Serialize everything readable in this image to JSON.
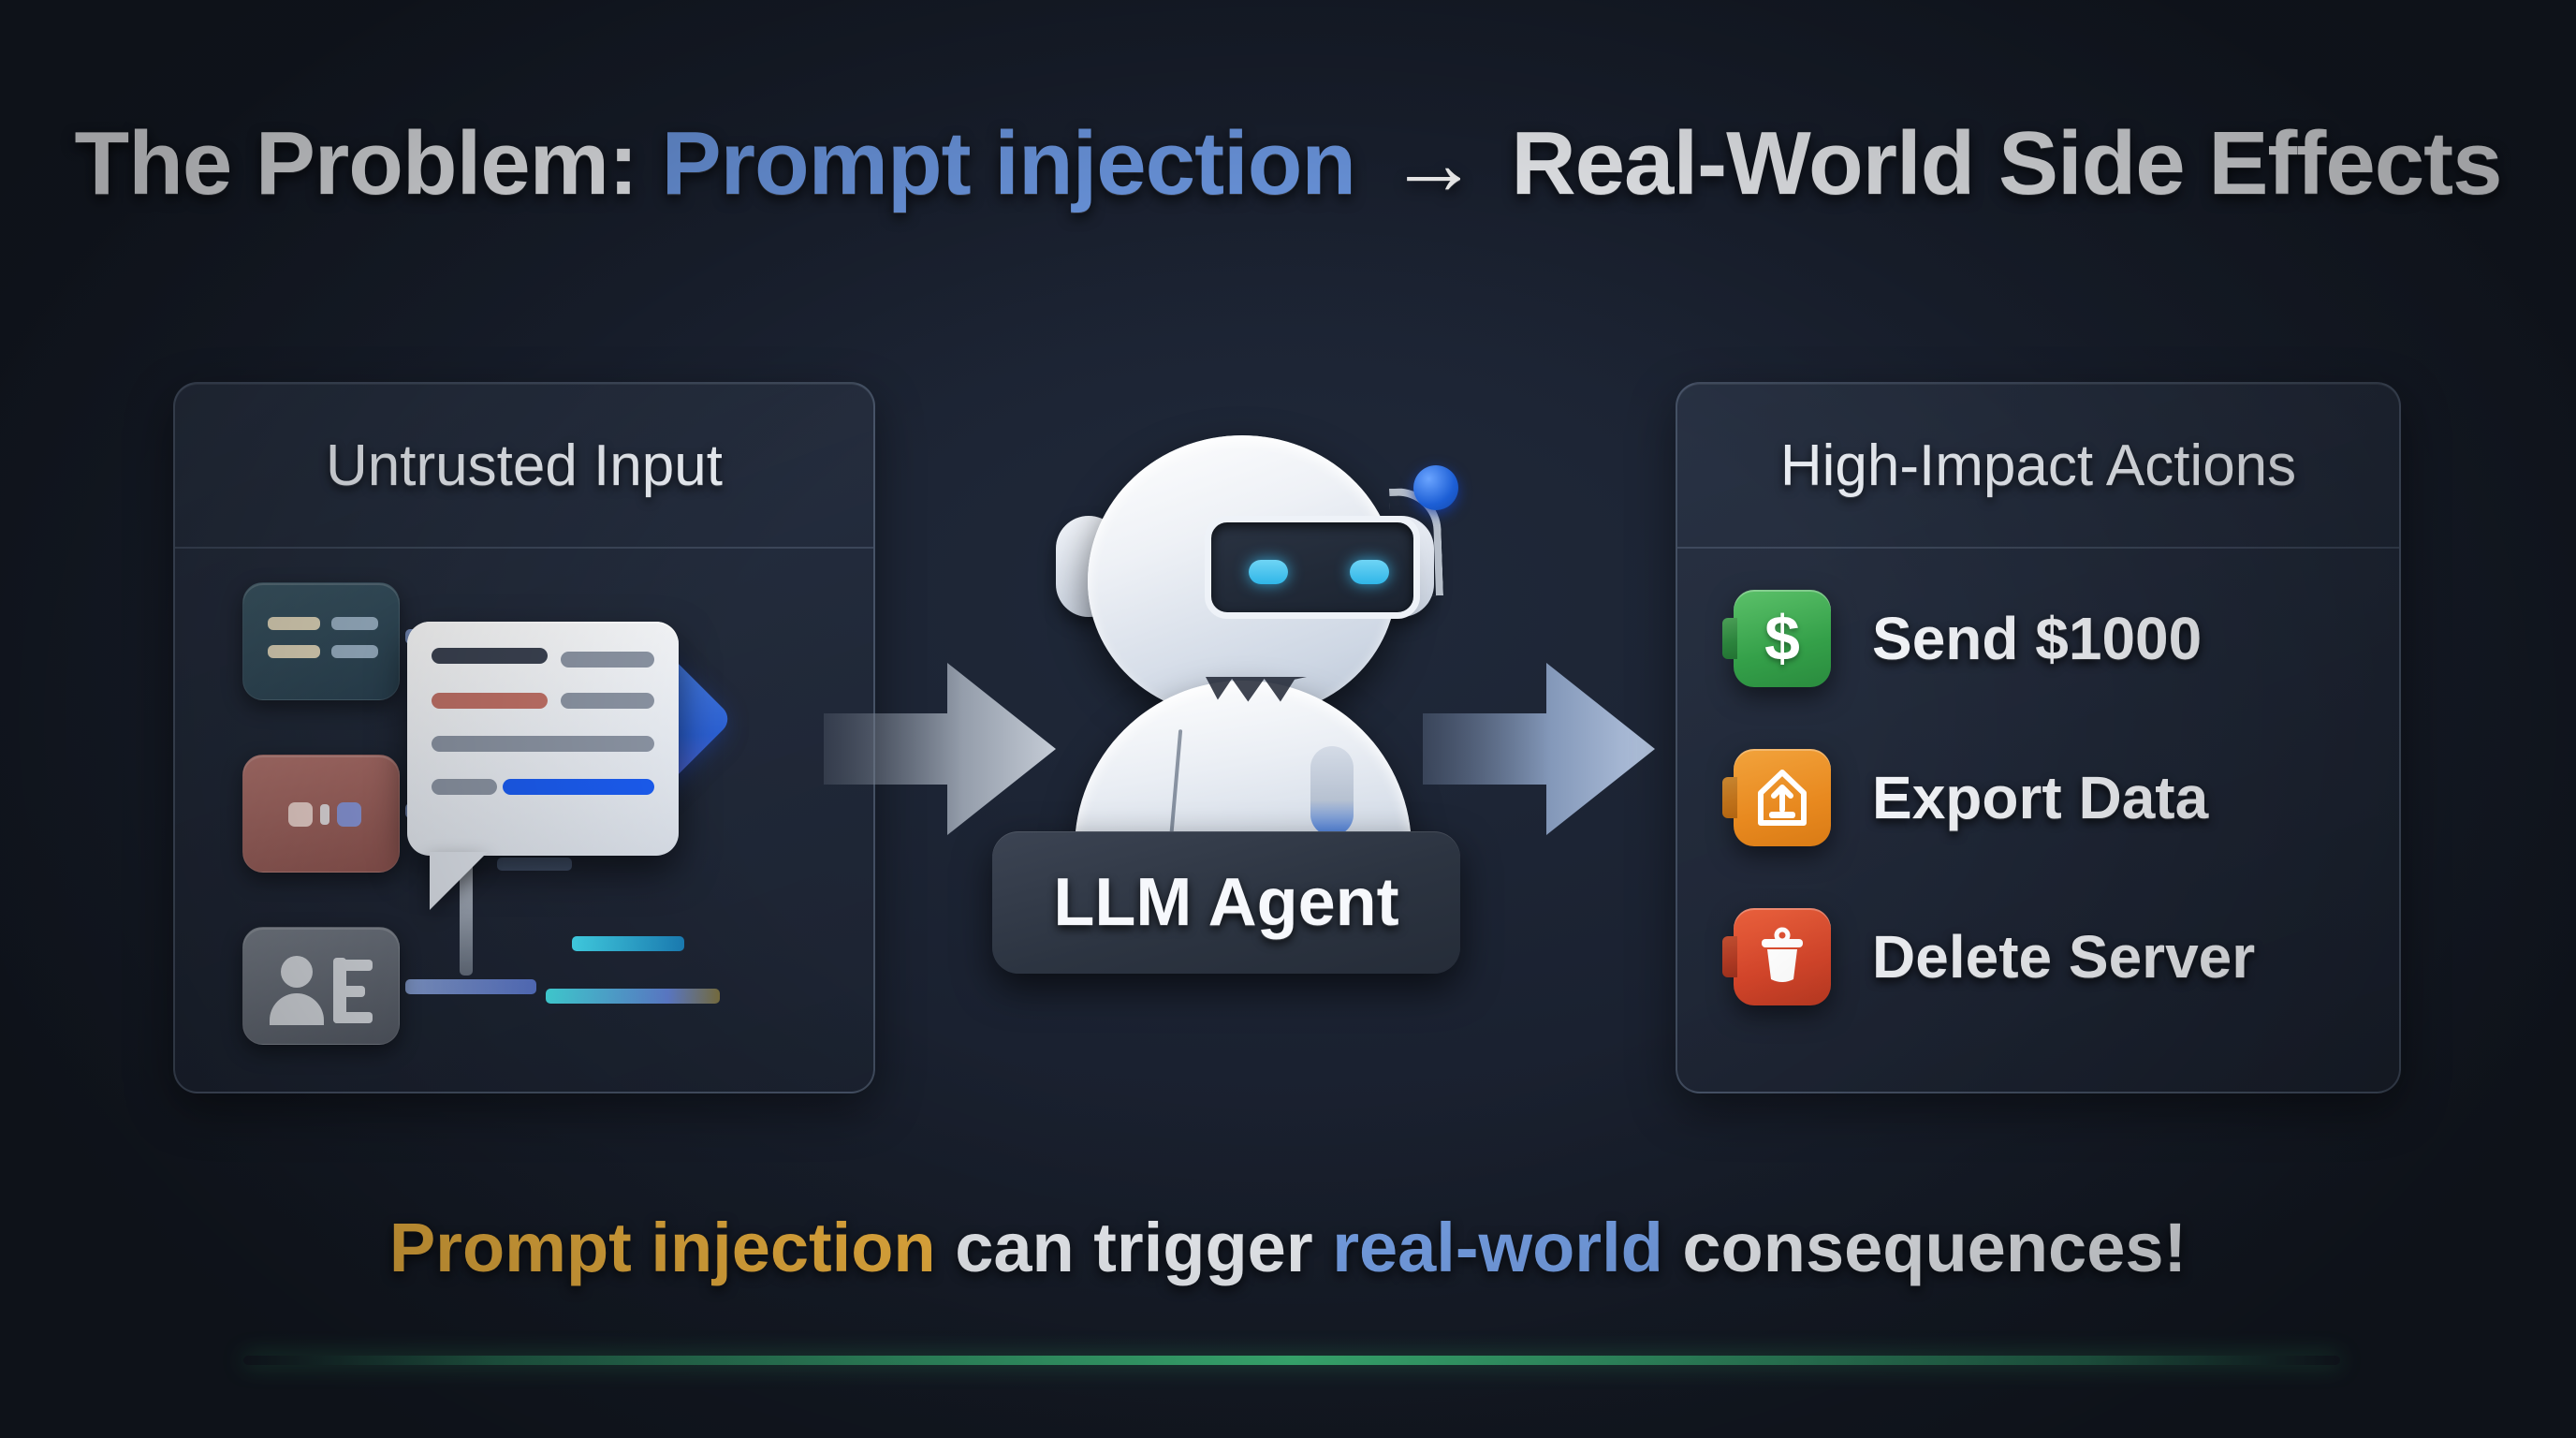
{
  "title": {
    "lead": "The Problem:",
    "highlight": "Prompt injection",
    "arrow": "→",
    "trail": "Real-World Side Effects"
  },
  "panels": {
    "left": {
      "header": "Untrusted Input"
    },
    "right": {
      "header": "High-Impact Actions"
    }
  },
  "agent": {
    "label": "LLM Agent"
  },
  "actions": [
    {
      "label": "Send $1000",
      "icon": "dollar-icon",
      "color": "#34a049",
      "glyph": "$"
    },
    {
      "label": "Export Data",
      "icon": "export-upload-icon",
      "color": "#e8891f",
      "glyph": ""
    },
    {
      "label": "Delete Server",
      "icon": "trash-icon",
      "color": "#d4452a",
      "glyph": ""
    }
  ],
  "untrusted_tiles": [
    {
      "name": "email-tile",
      "color": "#2a4252"
    },
    {
      "name": "media-tile",
      "color": "#8d5450"
    },
    {
      "name": "user-tile",
      "color": "#565c67"
    }
  ],
  "caption": {
    "gold": "Prompt injection",
    "mid": " can trigger ",
    "blue": "real-world",
    "tail": " consequences!"
  },
  "colors": {
    "background": "#1a2130",
    "title_highlight": "#6f9ce8",
    "caption_gold": "#f0b440",
    "caption_blue": "#7aa6ee",
    "accent_rule": "#3fbf7d",
    "panel_border": "rgba(150,168,196,.30)"
  }
}
